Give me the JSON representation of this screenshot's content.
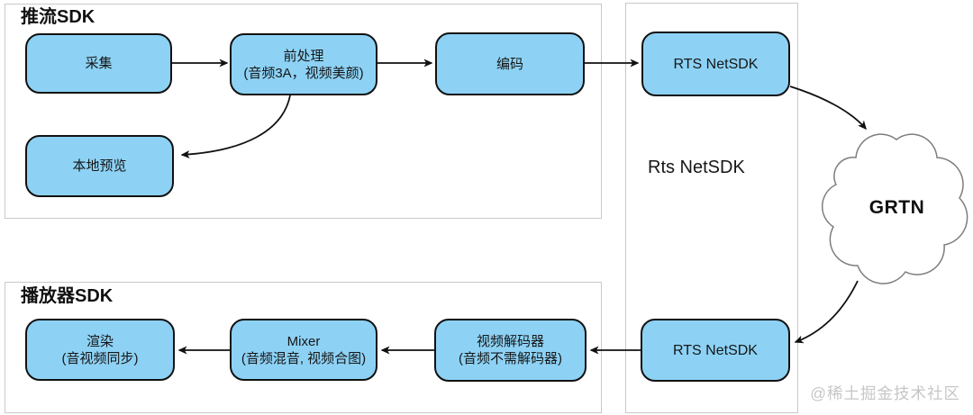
{
  "colors": {
    "node_fill": "#8dd2f5",
    "node_border": "#111111",
    "container_border": "#c9c9c9",
    "arrow": "#111111",
    "cloud_border": "#7d7d7d",
    "watermark": "#c6c6c6",
    "text": "#1a1a1a"
  },
  "push_sdk": {
    "title": "推流SDK",
    "capture": "采集",
    "preprocess": {
      "line1": "前处理",
      "line2": "(音频3A，视频美颜)"
    },
    "encode": "编码",
    "preview": "本地预览"
  },
  "net_sdk": {
    "title": "Rts NetSDK",
    "top_box": "RTS NetSDK",
    "bottom_box": "RTS NetSDK"
  },
  "cloud": {
    "label": "GRTN"
  },
  "player_sdk": {
    "title": "播放器SDK",
    "render": {
      "line1": "渲染",
      "line2": "(音视频同步)"
    },
    "mixer": {
      "line1": "Mixer",
      "line2": "(音频混音, 视频合图)"
    },
    "decoder": {
      "line1": "视频解码器",
      "line2": "(音频不需解码器)"
    }
  },
  "watermark": "@稀土掘金技术社区"
}
